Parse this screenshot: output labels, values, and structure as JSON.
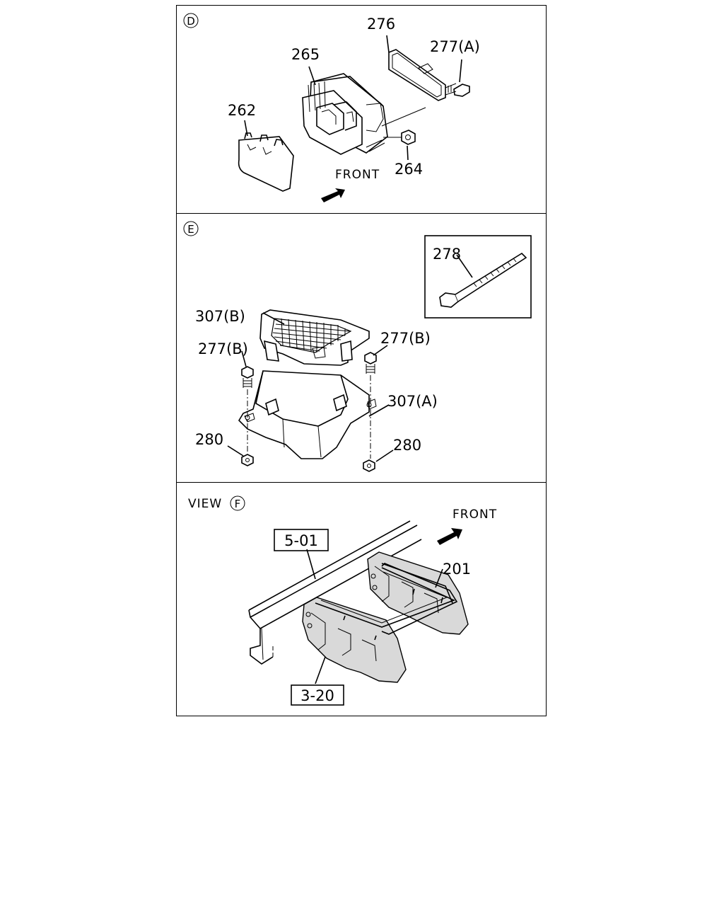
{
  "panels": {
    "d": {
      "marker": "D",
      "labels": {
        "p276": "276",
        "p277a": "277(A)",
        "p265": "265",
        "p262": "262",
        "p264": "264",
        "front": "FRONT"
      }
    },
    "e": {
      "marker": "E",
      "labels": {
        "p278": "278",
        "p307b": "307(B)",
        "p277b_left": "277(B)",
        "p277b_right": "277(B)",
        "p307a": "307(A)",
        "p280_left": "280",
        "p280_right": "280"
      }
    },
    "f": {
      "view_prefix": "VIEW",
      "marker": "F",
      "labels": {
        "front": "FRONT",
        "ref_501": "5-01",
        "p201": "201",
        "ref_320": "3-20"
      }
    }
  }
}
